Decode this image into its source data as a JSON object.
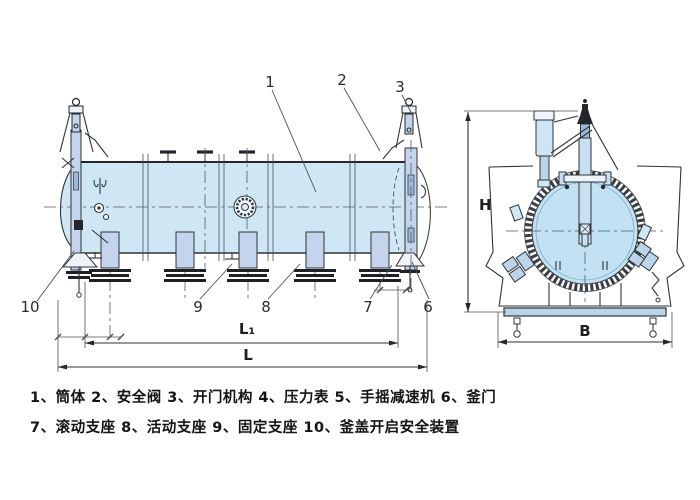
{
  "colors": {
    "background": "#ffffff",
    "shell_fill": "#cfe7f5",
    "end_door_fill": "#c2e1f2",
    "hardware_fill": "#c3d4ec",
    "line": "#2e3338",
    "text": "#141414"
  },
  "parts": [
    {
      "num": "1",
      "name": "筒体"
    },
    {
      "num": "2",
      "name": "安全阀"
    },
    {
      "num": "3",
      "name": "开门机构"
    },
    {
      "num": "4",
      "name": "压力表"
    },
    {
      "num": "5",
      "name": "手摇减速机"
    },
    {
      "num": "6",
      "name": "釜门"
    },
    {
      "num": "7",
      "name": "滚动支座"
    },
    {
      "num": "8",
      "name": "活动支座"
    },
    {
      "num": "9",
      "name": "固定支座"
    },
    {
      "num": "10",
      "name": "釜盖开启安全装置"
    }
  ],
  "dimensions": {
    "height": "H",
    "width": "B",
    "overall_length": "L",
    "support_span": "L₁"
  },
  "legend": {
    "line1": "1、筒体  2、安全阀  3、开门机构  4、压力表  5、手摇减速机  6、釜门",
    "line2": "7、滚动支座  8、活动支座  9、固定支座  10、釜盖开启安全装置"
  }
}
